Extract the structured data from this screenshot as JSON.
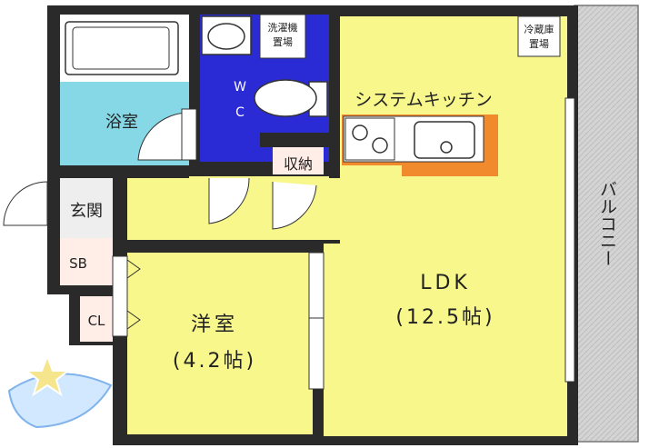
{
  "rooms": {
    "bath": "浴室",
    "washer_space": [
      "洗濯機",
      "置場"
    ],
    "toilet": [
      "W",
      "C"
    ],
    "kitchen": "システムキッチン",
    "fridge_space": [
      "冷蔵庫",
      "置場"
    ],
    "storage": "収納",
    "entrance": "玄関",
    "shoe_box": "SB",
    "closet": "CL",
    "ldk": "LDK",
    "ldk_size": "(12.5帖)",
    "western_room": "洋室",
    "western_room_size": "(4.2帖)",
    "balcony": "バルコニー"
  },
  "colors": {
    "wall": "#2a2a2a",
    "ldk_floor": "#f7f78c",
    "bath_floor": "#86d8e6",
    "toilet_floor": "#2b2bd6",
    "kitchen_counter": "#f08a2c",
    "balcony_floor": "#d4d4d4",
    "entrance_floor": "#eeeeee",
    "closet_floor": "#ffeee8"
  }
}
